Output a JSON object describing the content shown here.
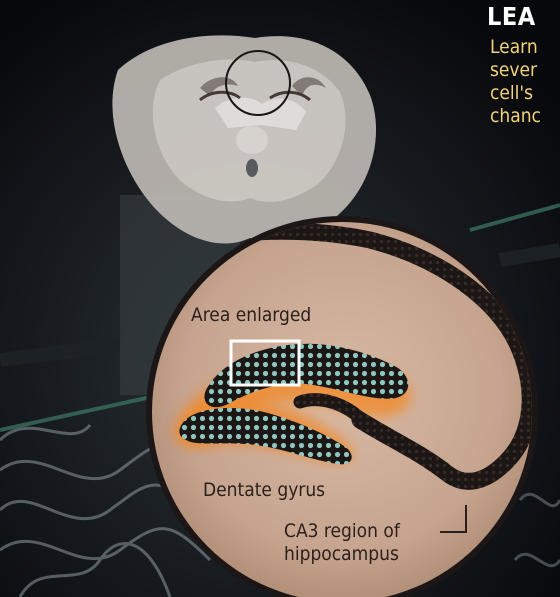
{
  "header": {
    "title": "LEA",
    "intro_lines": [
      "Learn",
      "sever",
      "cell's",
      "chanc"
    ]
  },
  "labels": {
    "area_enlarged": "Area enlarged",
    "dentate_gyrus": "Dentate gyrus",
    "ca3_line1": "CA3 region of",
    "ca3_line2": "hippocampus"
  },
  "colors": {
    "background": "#0b0d12",
    "title": "#ffffff",
    "intro_text": "#f2d27a",
    "tissue": "#caa996",
    "cell_band": "#1c1614",
    "highlight_glow": "#f28a2a",
    "cell_dots": "#8fc7c0",
    "box": "#ffffff"
  }
}
